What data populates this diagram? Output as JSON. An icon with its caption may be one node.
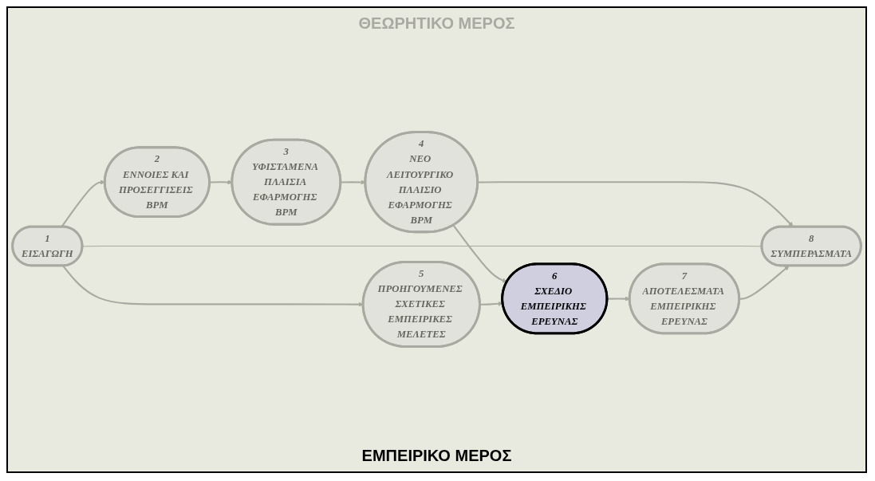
{
  "diagram": {
    "nodes": [
      {
        "text": [
          "1",
          "ΕΙΣΑΓΩΓΗ"
        ]
      },
      {
        "text": [
          "2",
          "ΕΝΝΟΙΕΣ ΚΑΙ ΠΡΟΣΕΓΓΙΣΕΙΣ BPM"
        ]
      },
      {
        "text": [
          "3",
          "ΥΦΙΣΤΑΜΕΝΑ ΠΛΑΙΣΙΑ ΕΦΑΡΜΟΓΗΣ BPM"
        ]
      },
      {
        "text": [
          "4",
          "ΝΕΟ ΛΕΙΤΟΥΡΓΙΚΟ ΠΛΑΙΣΙΟ ΕΦΑΡΜΟΓΗΣ BPM"
        ]
      },
      {
        "text": [
          "8",
          "ΣΥΜΠΕΡΑΣΜΑΤΑ"
        ]
      },
      {
        "text": [
          "5",
          "ΠΡΟΗΓΟΥΜΕΝΕΣ ΣΧΕΤΙΚΕΣ ΕΜΠΕΙΡΙΚΕΣ ΜΕΛΕΤΕΣ"
        ]
      },
      {
        "text": [
          "6",
          "ΣΧΕΔΙΟ ΕΜΠΕΙΡΙΚΗΣ ΕΡΕΥΝΑΣ"
        ]
      },
      {
        "text": [
          "7",
          "ΑΠΟΤΕΛΕΣΜΑΤΑ ΕΜΠΕΙΡΙΚΗΣ ΕΡΕΥΝΑΣ"
        ]
      }
    ],
    "edges": [
      {
        "from": 0,
        "to": 1,
        "arrow": "to"
      },
      {
        "from": 1,
        "to": 2,
        "arrow": "to"
      },
      {
        "from": 2,
        "to": 3,
        "arrow": "to"
      },
      {
        "from": 3,
        "to": 4,
        "arrow": "to"
      },
      {
        "from": 3,
        "to": 6,
        "arrow": "to"
      },
      {
        "from": 0,
        "to": 4,
        "arrow": "none"
      },
      {
        "from": 0,
        "to": 5,
        "arrow": "to"
      },
      {
        "from": 5,
        "to": 6,
        "arrow": "to"
      },
      {
        "from": 6,
        "to": 7,
        "arrow": "to"
      },
      {
        "from": 7,
        "to": 4,
        "arrow": "to"
      }
    ],
    "labels": [
      "ΘΕΩΡΗΤΙΚΟ ΜΕΡΟΣ",
      "ΕΜΠΕΙΡΙΚΟ ΜΕΡΟΣ"
    ]
  }
}
